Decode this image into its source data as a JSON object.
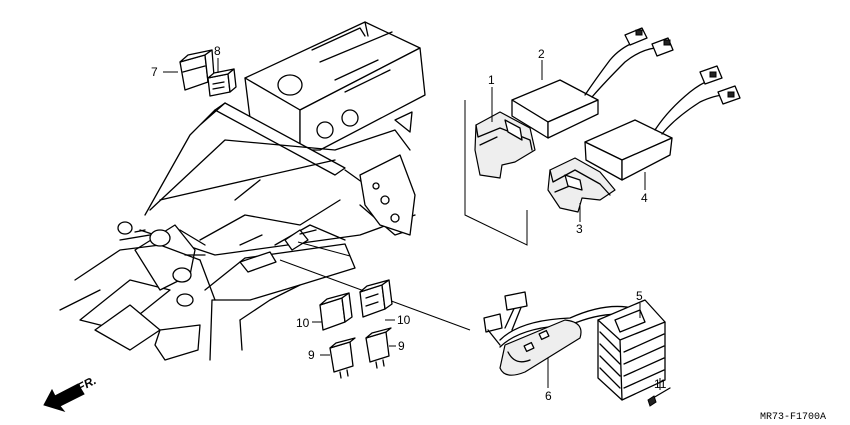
{
  "figure_code": "MR73-F1700A",
  "direction_label": "FR.",
  "callouts": {
    "c1": "1",
    "c2": "2",
    "c3": "3",
    "c4": "4",
    "c5": "5",
    "c6": "6",
    "c7": "7",
    "c8": "8",
    "c9a": "9",
    "c9b": "9",
    "c10a": "10",
    "c10b": "10",
    "c11": "11"
  }
}
